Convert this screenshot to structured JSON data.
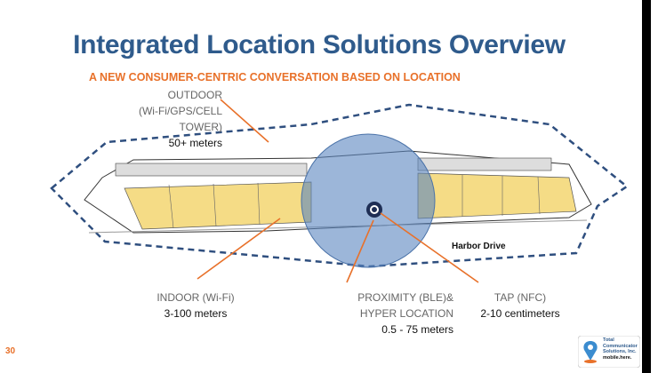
{
  "slide": {
    "title": "Integrated Location Solutions Overview",
    "subtitle": "A NEW CONSUMER-CENTRIC CONVERSATION BASED ON LOCATION",
    "page_number": "30"
  },
  "labels": {
    "outdoor": {
      "name_line1": "OUTDOOR",
      "name_line2": "(Wi-Fi/GPS/CELL TOWER)",
      "range": "50+ meters"
    },
    "indoor": {
      "name": "INDOOR (Wi-Fi)",
      "range": "3-100 meters"
    },
    "proximity": {
      "name_line1": "PROXIMITY (BLE)&",
      "name_line2": "HYPER LOCATION",
      "range": "0.5 - 75 meters"
    },
    "tap": {
      "name": "TAP (NFC)",
      "range": "2-10 centimeters"
    }
  },
  "map": {
    "street_label": "Harbor Drive"
  },
  "logo": {
    "line1": "Total",
    "line2": "Communicator",
    "line3": "Solutions, Inc.",
    "line4": "mobile.here."
  },
  "colors": {
    "title": "#2f5b8c",
    "accent": "#e8712a",
    "dashed_boundary": "#2f4f7f",
    "floor_fill": "#f5dc86",
    "proximity_circle": "#5a86c0"
  }
}
